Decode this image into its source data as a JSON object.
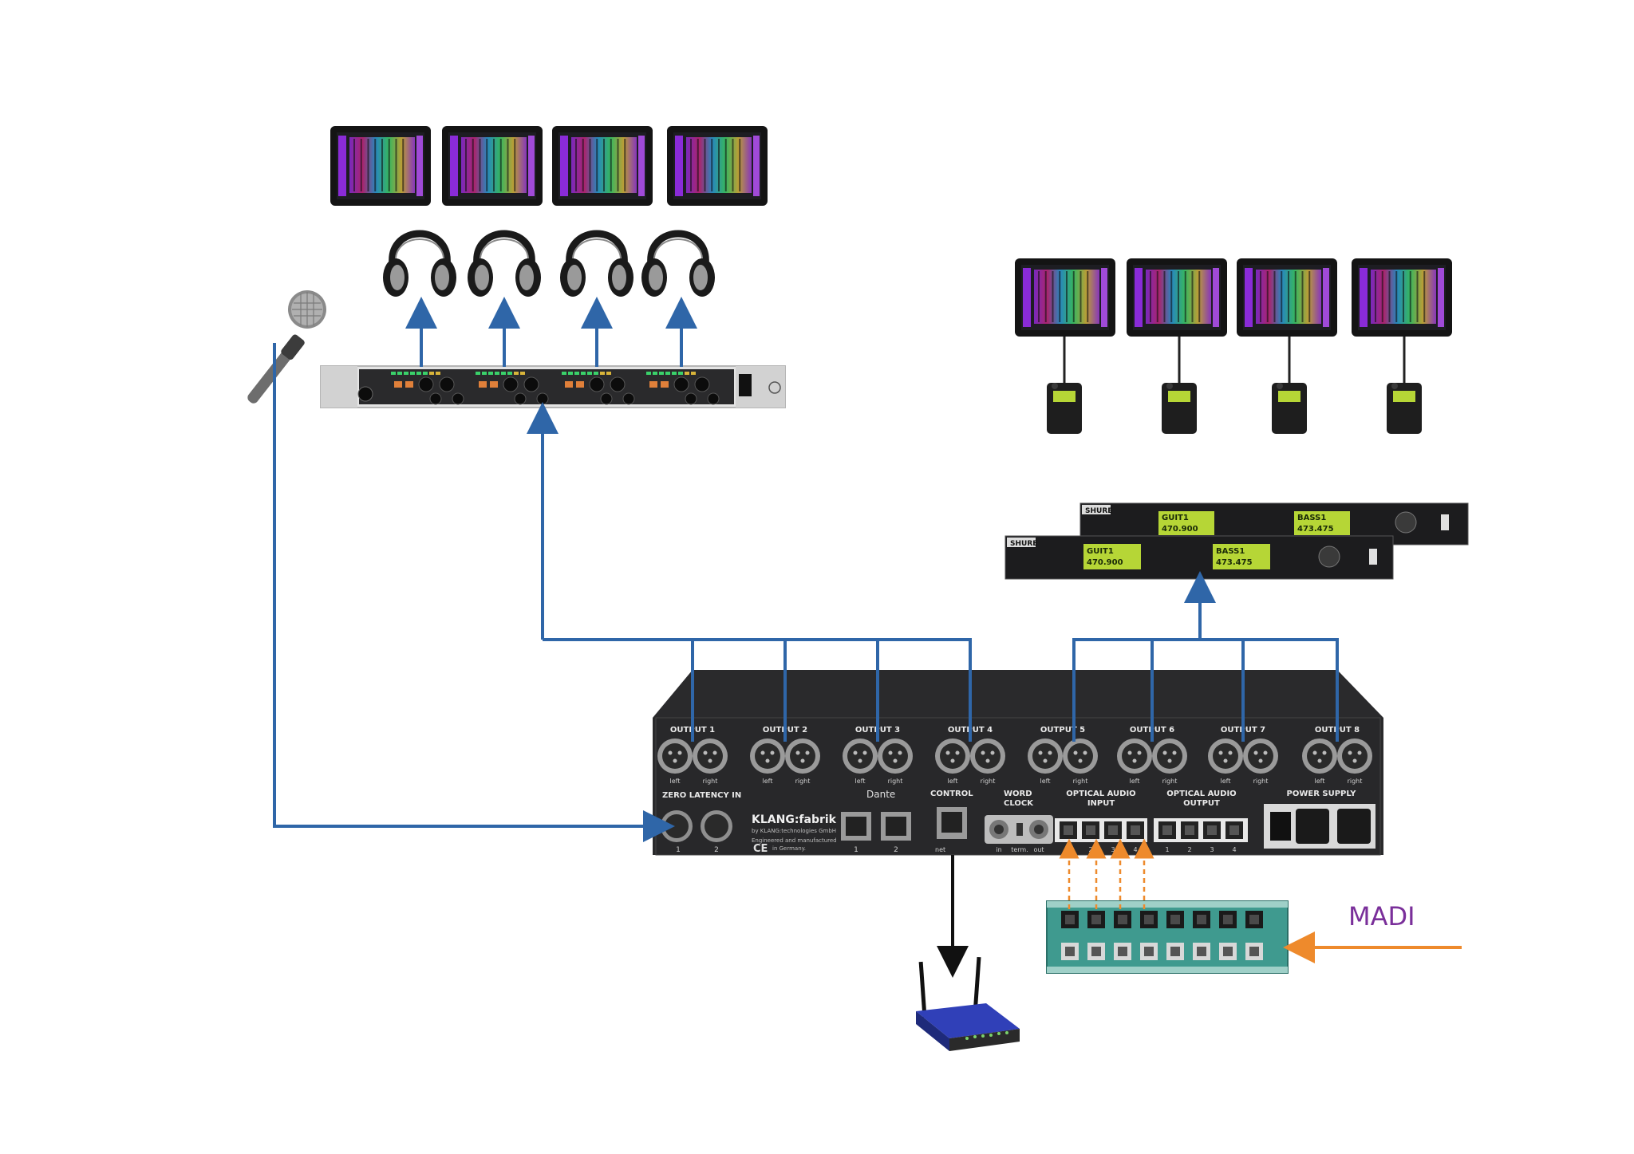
{
  "colors": {
    "link_blue": "#2f66a8",
    "madi_orange": "#ee8a2c",
    "madi_text": "#7a2f9a",
    "control_black": "#111111",
    "rack_dark": "#2a2a2c",
    "rack_silver": "#d8d8d8",
    "device_dark": "#1c1c1e"
  },
  "diagram": {
    "madi_label": "MADI",
    "main_unit": {
      "brand": "KLANG:fabrik",
      "brand_sub": "by KLANG:technologies GmbH",
      "made_in_1": "Engineered and manufactured",
      "made_in_2": "in Germany.",
      "ce_mark": "CE",
      "dante_label": "Dante",
      "outputs": [
        {
          "label": "OUTPUT 1",
          "left": "left",
          "right": "right"
        },
        {
          "label": "OUTPUT 2",
          "left": "left",
          "right": "right"
        },
        {
          "label": "OUTPUT 3",
          "left": "left",
          "right": "right"
        },
        {
          "label": "OUTPUT 4",
          "left": "left",
          "right": "right"
        },
        {
          "label": "OUTPUT 5",
          "left": "left",
          "right": "right"
        },
        {
          "label": "OUTPUT 6",
          "left": "left",
          "right": "right"
        },
        {
          "label": "OUTPUT 7",
          "left": "left",
          "right": "right"
        },
        {
          "label": "OUTPUT 8",
          "left": "left",
          "right": "right"
        }
      ],
      "zero_latency_label": "ZERO LATENCY IN",
      "zero_latency_ports": [
        "1",
        "2"
      ],
      "dante_ports": [
        "1",
        "2"
      ],
      "control_label": "CONTROL",
      "control_port_label": "net",
      "word_clock_label_1": "WORD",
      "word_clock_label_2": "CLOCK",
      "word_clock_ports": [
        "in",
        "term.",
        "out"
      ],
      "optical_input_label_1": "OPTICAL AUDIO",
      "optical_input_label_2": "INPUT",
      "optical_output_label_1": "OPTICAL AUDIO",
      "optical_output_label_2": "OUTPUT",
      "optical_ports": [
        "1",
        "2",
        "3",
        "4"
      ],
      "power_label": "POWER SUPPLY"
    },
    "iem_screen": {
      "channel_a_name": "GUIT1",
      "channel_a_freq": "470.900",
      "channel_b_name": "BASS1",
      "channel_b_freq": "473.475",
      "brand": "SHURE"
    }
  }
}
